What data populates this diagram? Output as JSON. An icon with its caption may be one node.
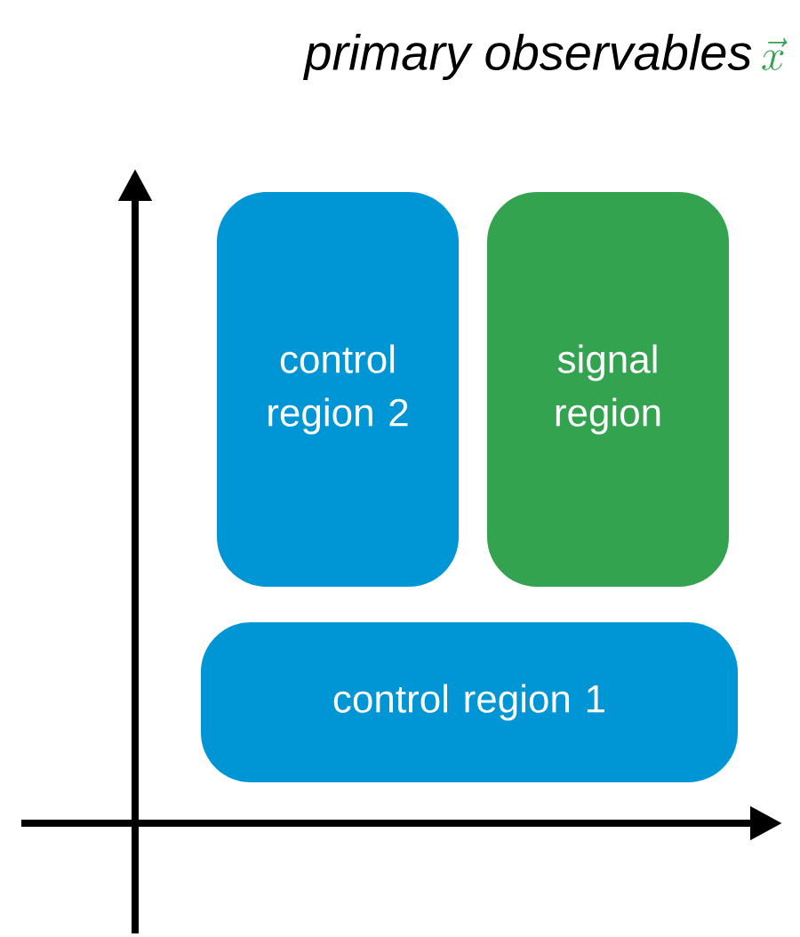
{
  "diagram": {
    "title": "primary observables",
    "nodes": [
      {
        "text": [
          "control region 2"
        ]
      },
      {
        "text": [
          "signal region"
        ]
      },
      {
        "text": [
          "control region 1"
        ]
      }
    ],
    "labels": [
      "\\vec{x}"
    ]
  }
}
